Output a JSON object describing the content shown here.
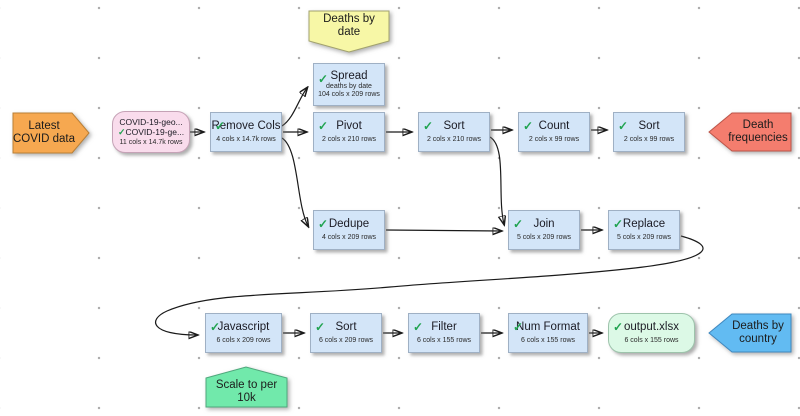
{
  "diagram": {
    "callouts": {
      "latest_covid_data": "Latest COVID data",
      "death_frequencies": "Death frequencies",
      "deaths_by_country": "Deaths by country"
    },
    "notes": {
      "deaths_by_date": "Deaths by date",
      "scale_to_per_10k": "Scale to per 10k"
    },
    "nodes": {
      "source": {
        "file1": "COVID-19-geo...",
        "file2": "COVID-19-ge...",
        "stats": "11 cols x 14.7k rows"
      },
      "remove_cols": {
        "label": "Remove Cols",
        "stats": "4 cols x 14.7k rows"
      },
      "spread": {
        "label": "Spread",
        "sublabel": "deaths by date",
        "stats": "104 cols x 209 rows"
      },
      "pivot": {
        "label": "Pivot",
        "stats": "2 cols x 210 rows"
      },
      "sort_1": {
        "label": "Sort",
        "stats": "2 cols x 210 rows"
      },
      "count": {
        "label": "Count",
        "stats": "2 cols x 99 rows"
      },
      "sort_2": {
        "label": "Sort",
        "stats": "2 cols x 99 rows"
      },
      "dedupe": {
        "label": "Dedupe",
        "stats": "4 cols x 209 rows"
      },
      "join": {
        "label": "Join",
        "stats": "5 cols x 209 rows"
      },
      "replace": {
        "label": "Replace",
        "stats": "5 cols x 209 rows"
      },
      "javascript": {
        "label": "Javascript",
        "stats": "6 cols x 209 rows"
      },
      "sort_3": {
        "label": "Sort",
        "stats": "6 cols x 209 rows"
      },
      "filter": {
        "label": "Filter",
        "stats": "6 cols x 155 rows"
      },
      "num_format": {
        "label": "Num Format",
        "stats": "6 cols x 155 rows"
      },
      "output": {
        "label": "output.xlsx",
        "stats": "6 cols x 155 rows"
      }
    },
    "icons": {
      "check": "✓"
    },
    "colors": {
      "node_fill": "#d3e5f8",
      "node_border": "#9fb0c4",
      "source_fill": "#f9dcec",
      "output_fill": "#dcf9e6",
      "input_callout_orange": "#f6a850",
      "output_callout_red": "#f47d6e",
      "output_callout_blue": "#62bbf2",
      "note_yellow": "#f7f7a6",
      "note_green": "#71e9ab",
      "check_green": "#21a350",
      "connector": "#1a1a1a"
    }
  }
}
